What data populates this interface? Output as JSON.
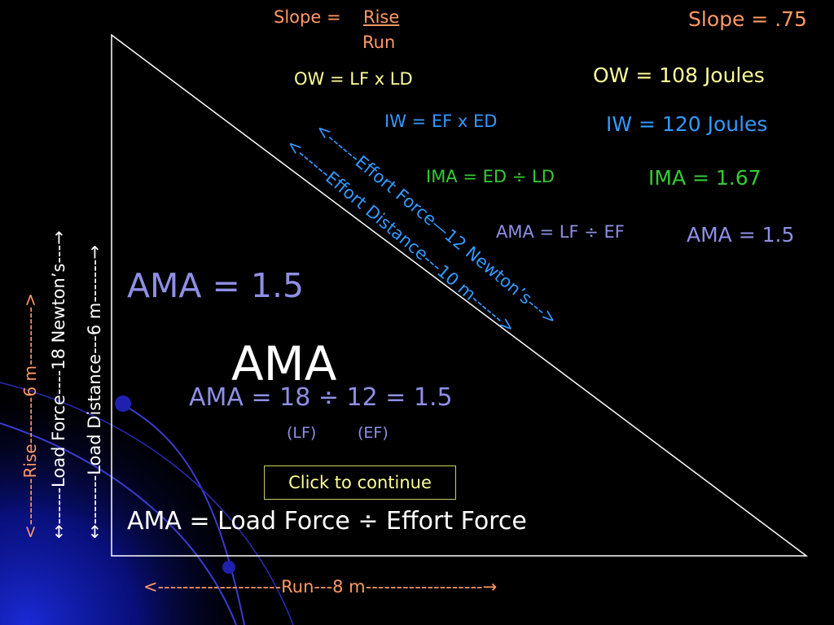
{
  "slope_formula": {
    "label": "Slope = ",
    "numerator": "Rise",
    "denominator": "Run"
  },
  "slope_value": "Slope = .75",
  "ow_formula": "OW = LF x LD",
  "ow_value": "OW = 108 Joules",
  "iw_formula": "IW = EF x ED",
  "iw_value": "IW = 120 Joules",
  "ima_formula": "IMA = ED ÷ LD",
  "ima_value": "IMA = 1.67",
  "ama_formula": "AMA = LF ÷ EF",
  "ama_value_right": "AMA = 1.5",
  "ama_value_left": "AMA = 1.5",
  "ama_heading": "AMA",
  "ama_calc": "AMA = 18 ÷ 12  =  1.5",
  "lf_label": "(LF)",
  "ef_label": "(EF)",
  "continue_button": "Click to continue",
  "ama_definition": "AMA = Load Force ÷ Effort Force",
  "effort_force_label": "<------Effort Force—12 Newton’s--->",
  "effort_distance_label": "<------Effort Distance---10 m------>",
  "rise_label": "<--------Rise--------6 m---------->",
  "load_force_label": "↔------Load Force----18 Newton’s---→",
  "load_distance_label": "↔--------Load Distance---6 m-------→",
  "run_label": "<--------------------Run---8 m-------------------→",
  "colors": {
    "orange": "#ff9966",
    "yellow": "#ffff99",
    "blue": "#3399ff",
    "green": "#33cc33",
    "lavender": "#8f8fe6",
    "background": "#000000"
  }
}
